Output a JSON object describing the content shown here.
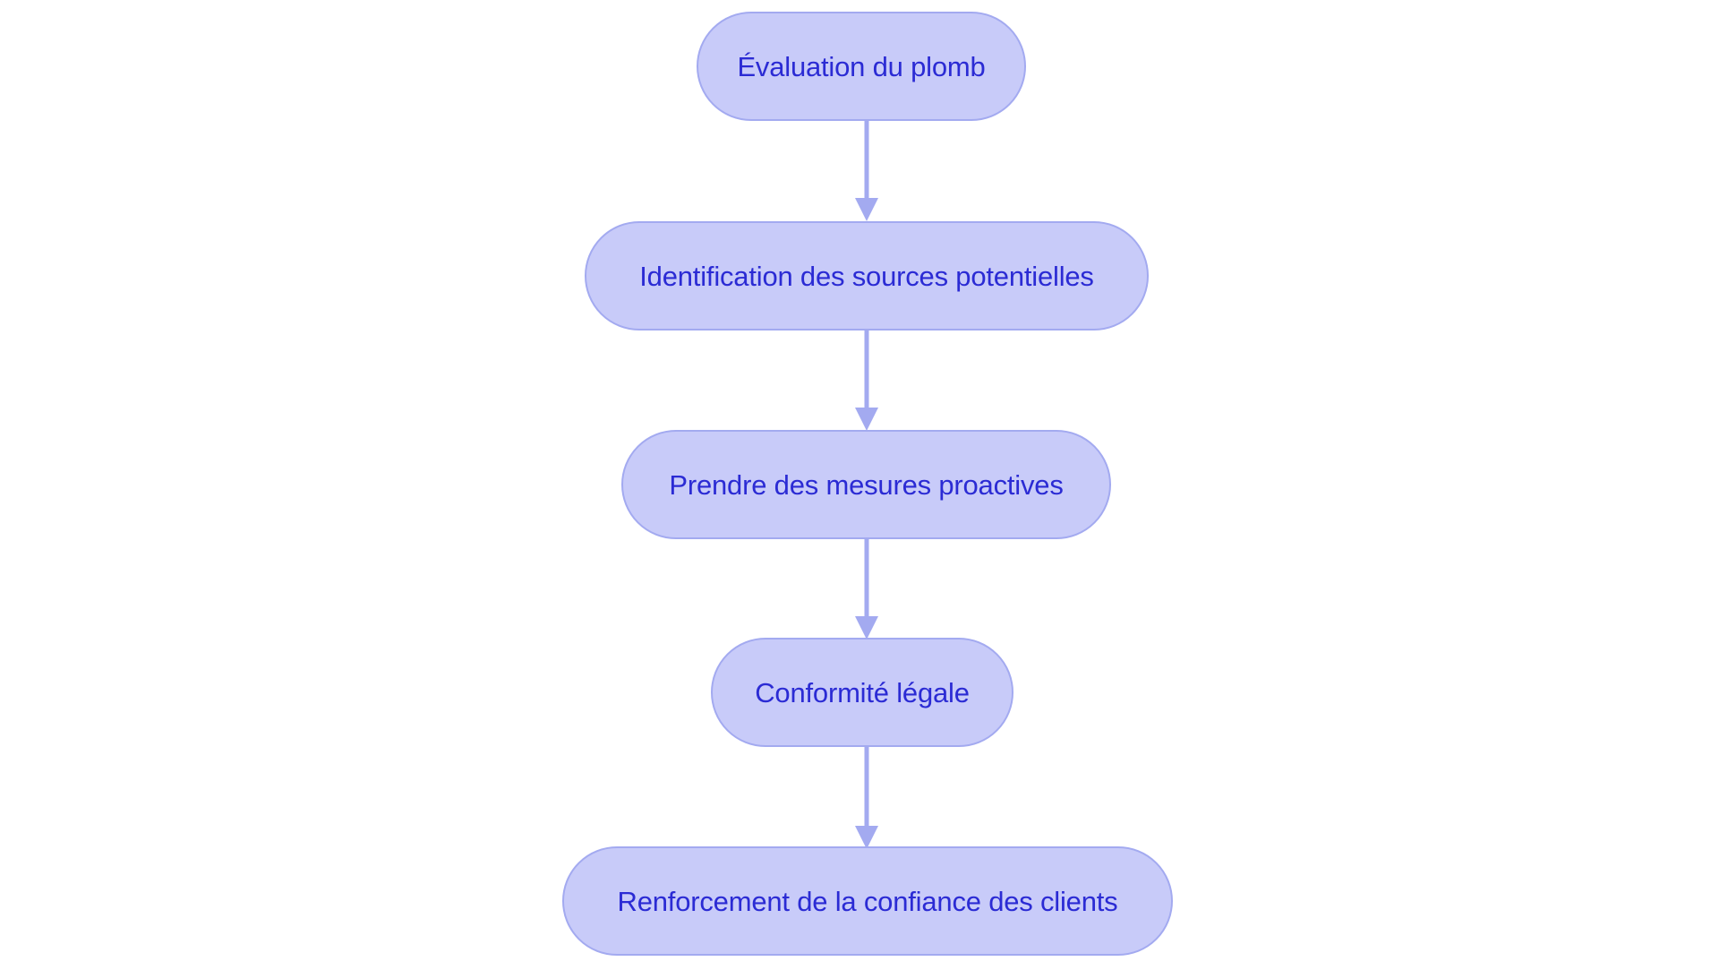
{
  "diagram": {
    "type": "flowchart",
    "orientation": "top-to-bottom",
    "background_color": "#ffffff",
    "node_fill_color": "#c8cbf9",
    "node_border_color": "#a3aaf0",
    "node_text_color": "#2b2bd4",
    "edge_color": "#a3aaf0",
    "nodes": [
      {
        "id": "node-1",
        "label": "Évaluation du plomb"
      },
      {
        "id": "node-2",
        "label": "Identification des sources potentielles"
      },
      {
        "id": "node-3",
        "label": "Prendre des mesures proactives"
      },
      {
        "id": "node-4",
        "label": "Conformité légale"
      },
      {
        "id": "node-5",
        "label": "Renforcement de la confiance des clients"
      }
    ],
    "edges": [
      {
        "id": "edge-1",
        "from": "node-1",
        "to": "node-2",
        "label": ""
      },
      {
        "id": "edge-2",
        "from": "node-2",
        "to": "node-3",
        "label": ""
      },
      {
        "id": "edge-3",
        "from": "node-3",
        "to": "node-4",
        "label": ""
      },
      {
        "id": "edge-4",
        "from": "node-4",
        "to": "node-5",
        "label": ""
      }
    ]
  }
}
